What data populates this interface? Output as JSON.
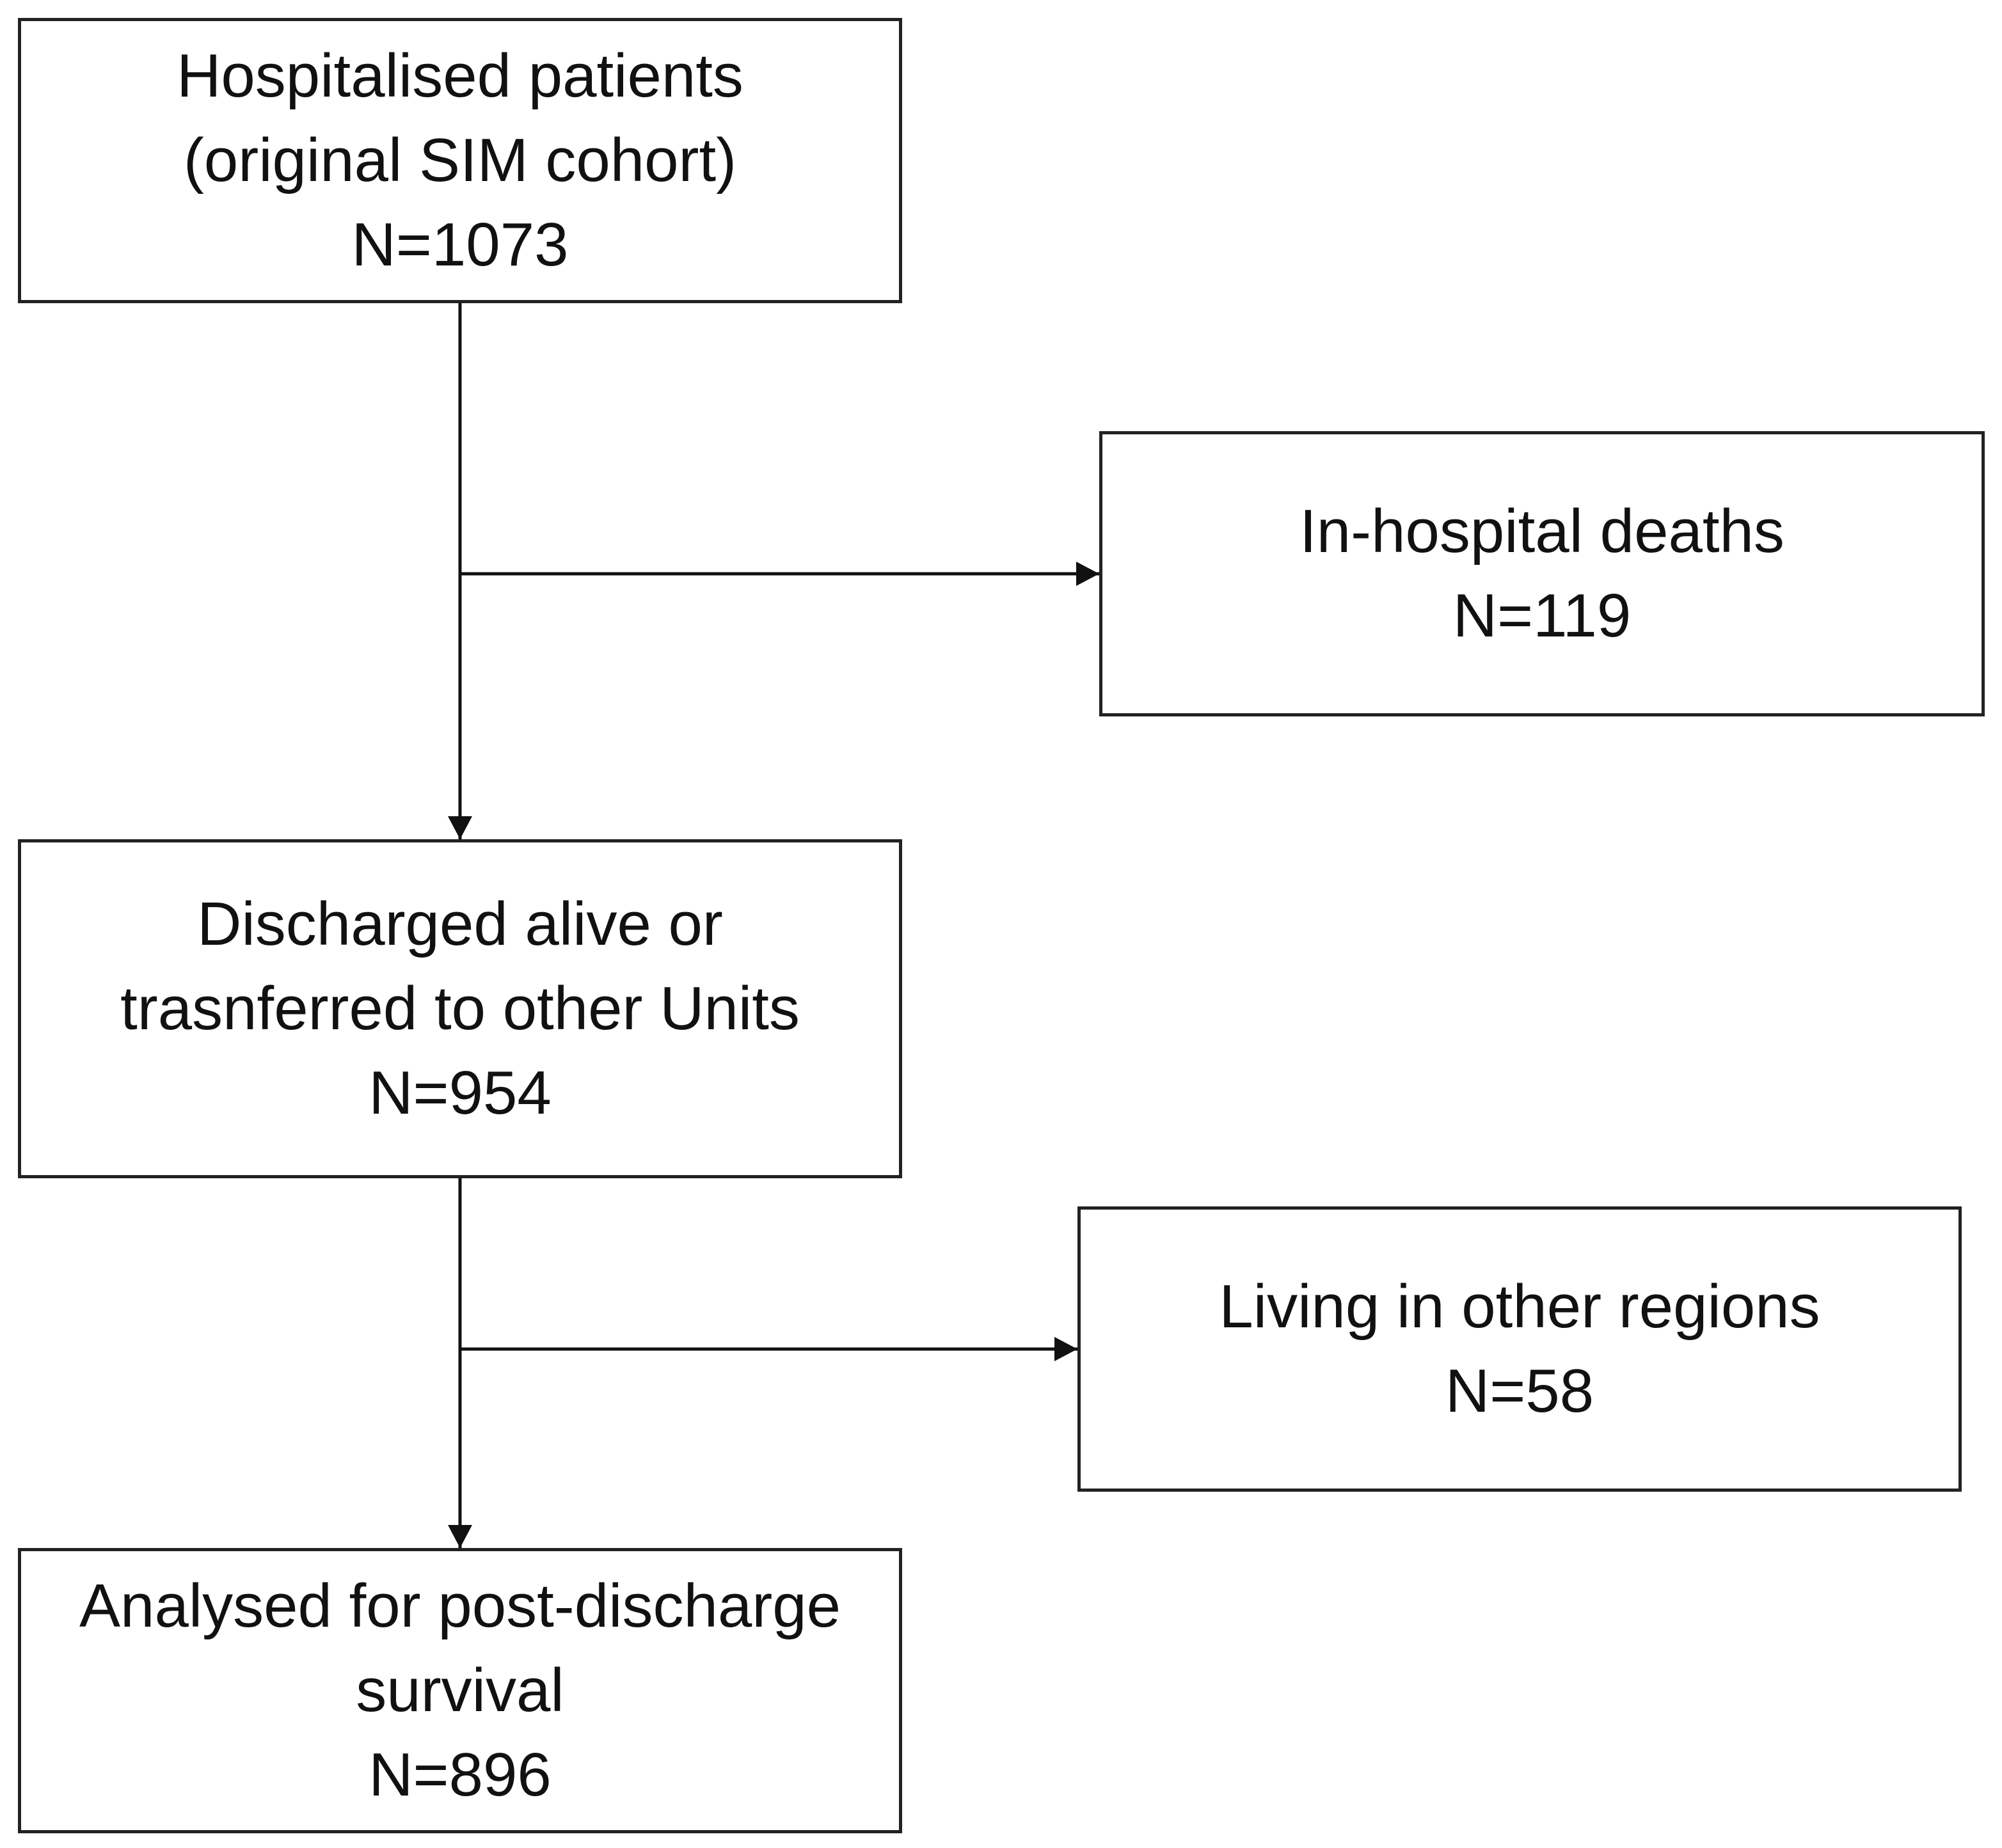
{
  "flowchart": {
    "hospitalised": {
      "line1": "Hospitalised patients",
      "line2": "(original SIM cohort)",
      "count": "N=1073"
    },
    "deaths": {
      "line1": "In-hospital deaths",
      "count": "N=119"
    },
    "discharged": {
      "line1": "Discharged alive or",
      "line2": "trasnferred to other Units",
      "count": "N=954"
    },
    "regions": {
      "line1": "Living in other regions",
      "count": "N=58"
    },
    "analysed": {
      "line1": "Analysed for post-discharge",
      "line2": "survival",
      "count": "N=896"
    }
  }
}
